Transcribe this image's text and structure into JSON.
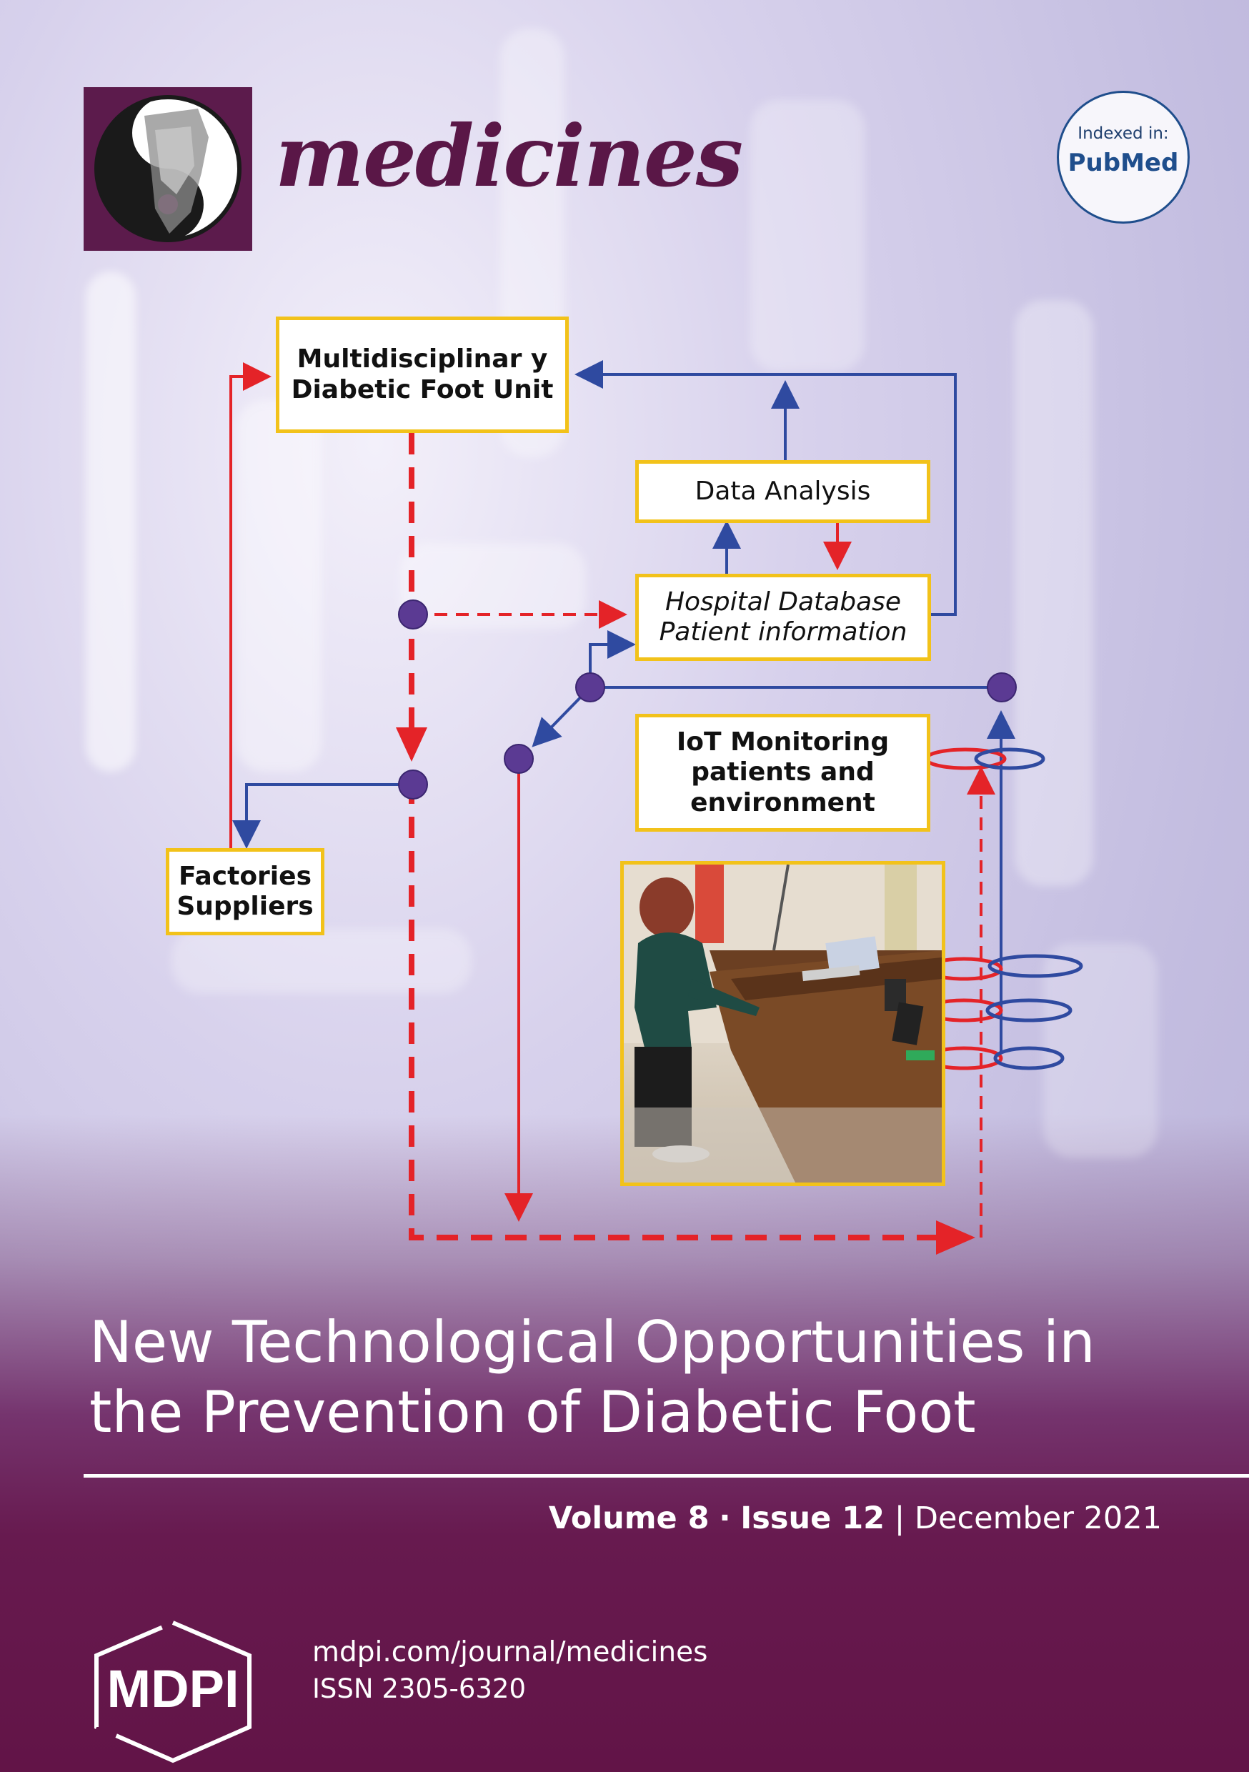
{
  "journal": {
    "name": "medicines",
    "indexed_label": "Indexed in:",
    "indexed_service": "PubMed"
  },
  "diagram": {
    "unit": "Multidisciplinar y Diabetic Foot Unit",
    "data_analysis": "Data Analysis",
    "hospital_db": "Hospital Database Patient information",
    "iot": "IoT Monitoring patients and environment",
    "factories": "Factories Suppliers"
  },
  "cover": {
    "title_line1": "New Technological Opportunities in",
    "title_line2": "the Prevention of Diabetic Foot",
    "volume": "Volume 8",
    "separator": "·",
    "issue": "Issue 12",
    "pipe": "|",
    "date": "December 2021"
  },
  "publisher": {
    "name": "MDPI",
    "url": "mdpi.com/journal/medicines",
    "issn": "ISSN 2305-6320"
  },
  "colors": {
    "red_arrow": "#e42328",
    "blue_arrow": "#2f4aa0",
    "node": "#5b3a93",
    "box_border": "#f2c21a",
    "brand": "#5a1747"
  }
}
